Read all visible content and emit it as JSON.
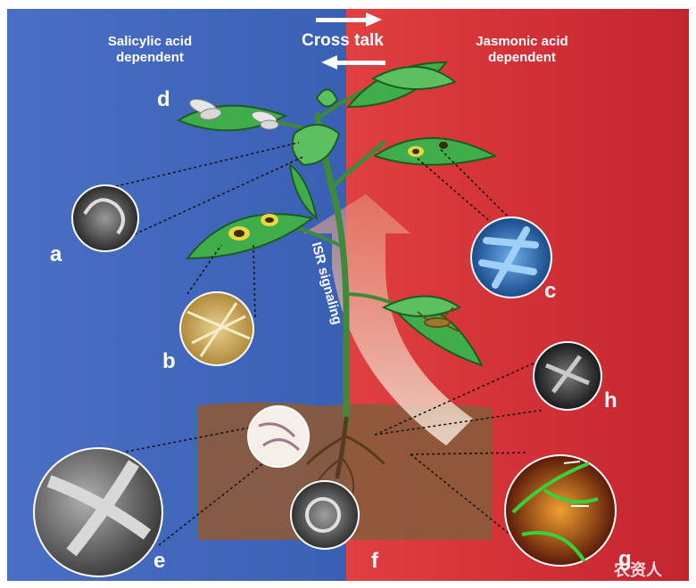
{
  "header": {
    "left_title": "Salicylic acid\ndependent",
    "left_line1": "Salicylic acid",
    "left_line2": "dependent",
    "center_title": "Cross talk",
    "right_line1": "Jasmonic acid",
    "right_line2": "dependent"
  },
  "arrow_label": "ISR signaling",
  "panels": {
    "a": "a",
    "b": "b",
    "c": "c",
    "d": "d",
    "e": "e",
    "f": "f",
    "g": "g",
    "h": "h"
  },
  "watermark": "农资人",
  "colors": {
    "left_bg": "#3f64b8",
    "right_bg": "#d6303a",
    "soil": "#8a5a3a",
    "leaf": "#3aa64a"
  }
}
